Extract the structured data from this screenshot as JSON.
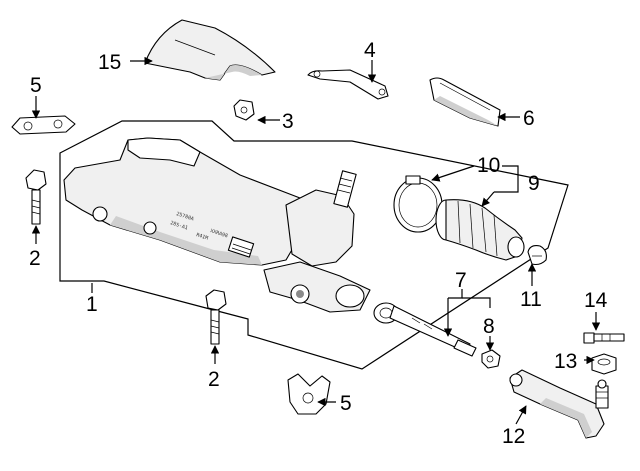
{
  "diagram": {
    "callouts": [
      {
        "id": "c1",
        "label": "1"
      },
      {
        "id": "c2a",
        "label": "2"
      },
      {
        "id": "c2b",
        "label": "2"
      },
      {
        "id": "c3",
        "label": "3"
      },
      {
        "id": "c4",
        "label": "4"
      },
      {
        "id": "c5a",
        "label": "5"
      },
      {
        "id": "c5b",
        "label": "5"
      },
      {
        "id": "c6",
        "label": "6"
      },
      {
        "id": "c7",
        "label": "7"
      },
      {
        "id": "c8",
        "label": "8"
      },
      {
        "id": "c9",
        "label": "9"
      },
      {
        "id": "c10",
        "label": "10"
      },
      {
        "id": "c11",
        "label": "11"
      },
      {
        "id": "c12",
        "label": "12"
      },
      {
        "id": "c13",
        "label": "13"
      },
      {
        "id": "c14",
        "label": "14"
      },
      {
        "id": "c15",
        "label": "15"
      }
    ],
    "housing_marking_lines": [
      "25780A",
      "R41M",
      "28S-A1",
      "XXRA98"
    ]
  }
}
